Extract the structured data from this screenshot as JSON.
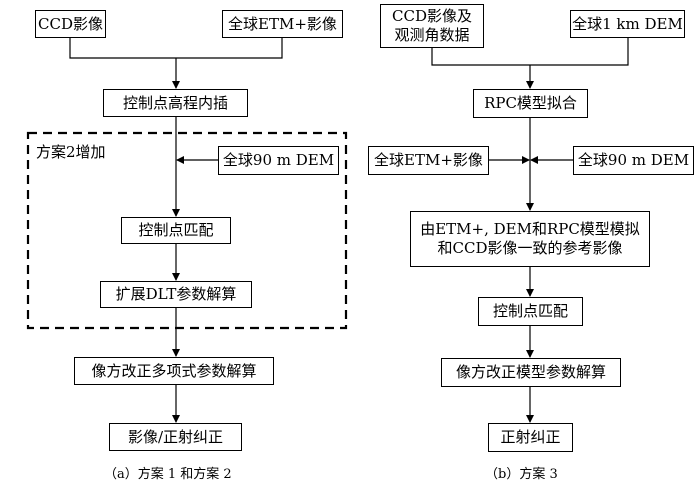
{
  "diagram": {
    "scheme_a": {
      "ccd_image": "CCD影像",
      "global_etm_image": "全球ETM+影像",
      "control_point_elevation_interp": "控制点高程内插",
      "scheme2_addition_label": "方案2增加",
      "global_90m_dem": "全球90 m DEM",
      "control_point_matching": "控制点匹配",
      "extended_dlt_solving": "扩展DLT参数解算",
      "image_space_poly_solving": "像方改正多项式参数解算",
      "image_ortho_correction": "影像/正射纠正",
      "caption": "（a）方案 1 和方案 2"
    },
    "scheme_b": {
      "ccd_image_and_angle_data": "CCD影像及\n观测角数据",
      "global_1km_dem": "全球1 km DEM",
      "rpc_model_fitting": "RPC模型拟合",
      "global_etm_image": "全球ETM+影像",
      "global_90m_dem": "全球90 m DEM",
      "reference_image_simulation": "由ETM+, DEM和RPC模型模拟\n和CCD影像一致的参考影像",
      "control_point_matching": "控制点匹配",
      "image_space_model_solving": "像方改正模型参数解算",
      "ortho_correction": "正射纠正",
      "caption": "（b）方案 3"
    }
  }
}
